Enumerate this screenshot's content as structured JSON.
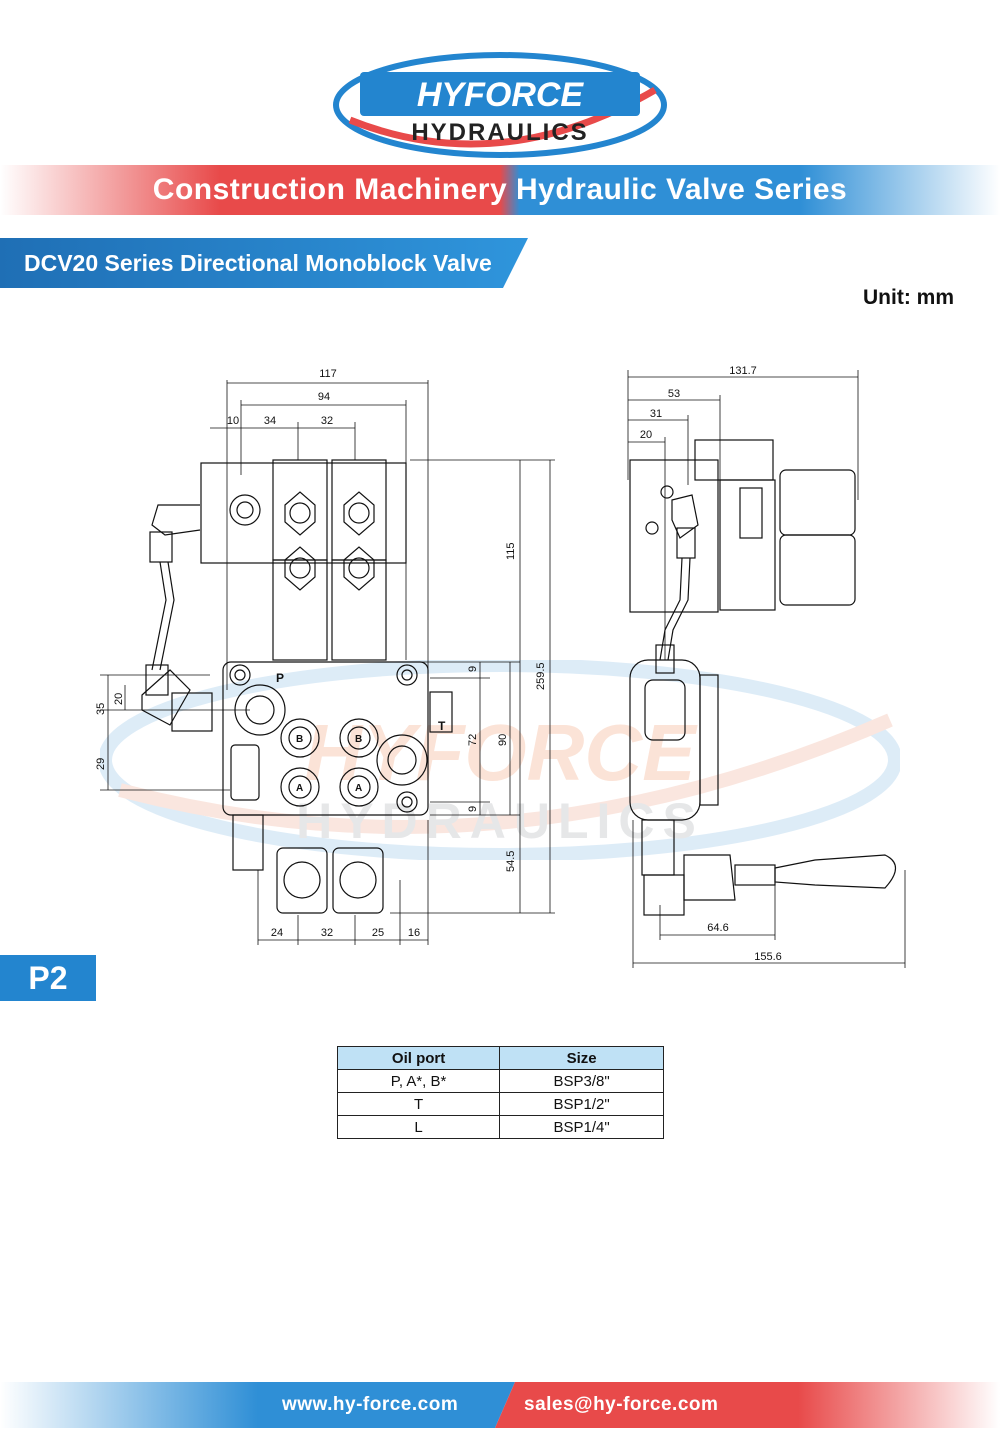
{
  "brand": {
    "line1": "HYFORCE",
    "line2": "HYDRAULICS"
  },
  "header": {
    "series_title": "Construction Machinery Hydraulic Valve Series",
    "product_title": "DCV20 Series Directional Monoblock Valve",
    "unit": "Unit: mm"
  },
  "front_view": {
    "dims_top": [
      "117",
      "94",
      "10",
      "34",
      "32"
    ],
    "dims_right": [
      "115",
      "259.5",
      "9",
      "72",
      "90",
      "9",
      "54.5"
    ],
    "dims_left": [
      "35",
      "20",
      "29"
    ],
    "dims_bottom": [
      "24",
      "32",
      "25",
      "16"
    ],
    "port_labels": {
      "p": "P",
      "t": "T",
      "b": "B",
      "a": "A"
    }
  },
  "side_view": {
    "dims_top": [
      "131.7",
      "53",
      "31",
      "20"
    ],
    "dims_bottom": [
      "64.6",
      "155.6"
    ]
  },
  "page_tag": "P2",
  "table": {
    "headers": [
      "Oil port",
      "Size"
    ],
    "rows": [
      [
        "P, A*, B*",
        "BSP3/8\""
      ],
      [
        "T",
        "BSP1/2\""
      ],
      [
        "L",
        "BSP1/4\""
      ]
    ]
  },
  "footer": {
    "website": "www.hy-force.com",
    "email": "sales@hy-force.com"
  },
  "colors": {
    "brand_red": "#e84a4a",
    "brand_blue": "#2385cf",
    "table_header": "#bfe1f5"
  }
}
